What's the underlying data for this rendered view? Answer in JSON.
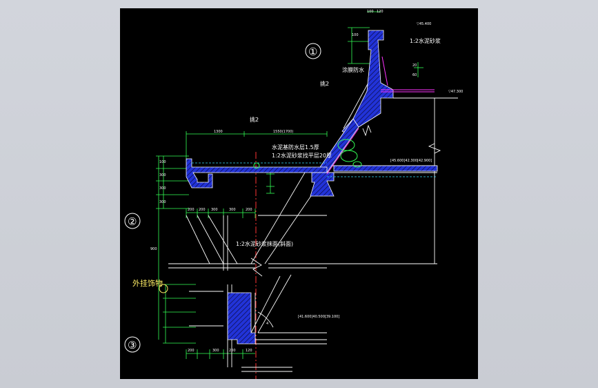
{
  "drawing": {
    "detail_marks": [
      "①",
      "②",
      "③"
    ],
    "notes": {
      "cement_mortar": "1:2水泥砂浆",
      "waterproof_coating": "涂膜防水",
      "cement_waterproof_layer": "水泥基防水层1.5厚",
      "cement_leveling": "1:2水泥砂浆找平层20厚",
      "corner_note": "1:2水泥砂浆抹面(斜面)",
      "exterior_ornament": "外挂饰物",
      "dl2_a": "挑2",
      "dl2_b": "挑2"
    },
    "elevations": {
      "top": "▽45.400",
      "level_upper": "▽47.300",
      "level_mid": "[45.600]42.300[42.900]",
      "level_low": "[41.600]40.500[39.100]"
    },
    "dims": {
      "top_left": "100",
      "top_right": "120",
      "span1": "1300",
      "span2": "1550(1700)",
      "bottom_a": "200",
      "bottom_b": "200",
      "bottom_c": "300",
      "bottom_d": "300",
      "bottom_e": "200",
      "side_a": "100",
      "side_b": "300",
      "side_c": "300",
      "side_d": "300",
      "side_e": "100",
      "tall": "900",
      "small_a": "20",
      "small_b": "60",
      "low_a": "200",
      "low_b": "300",
      "low_c": "200",
      "low_d": "120",
      "angle": "4"
    }
  }
}
